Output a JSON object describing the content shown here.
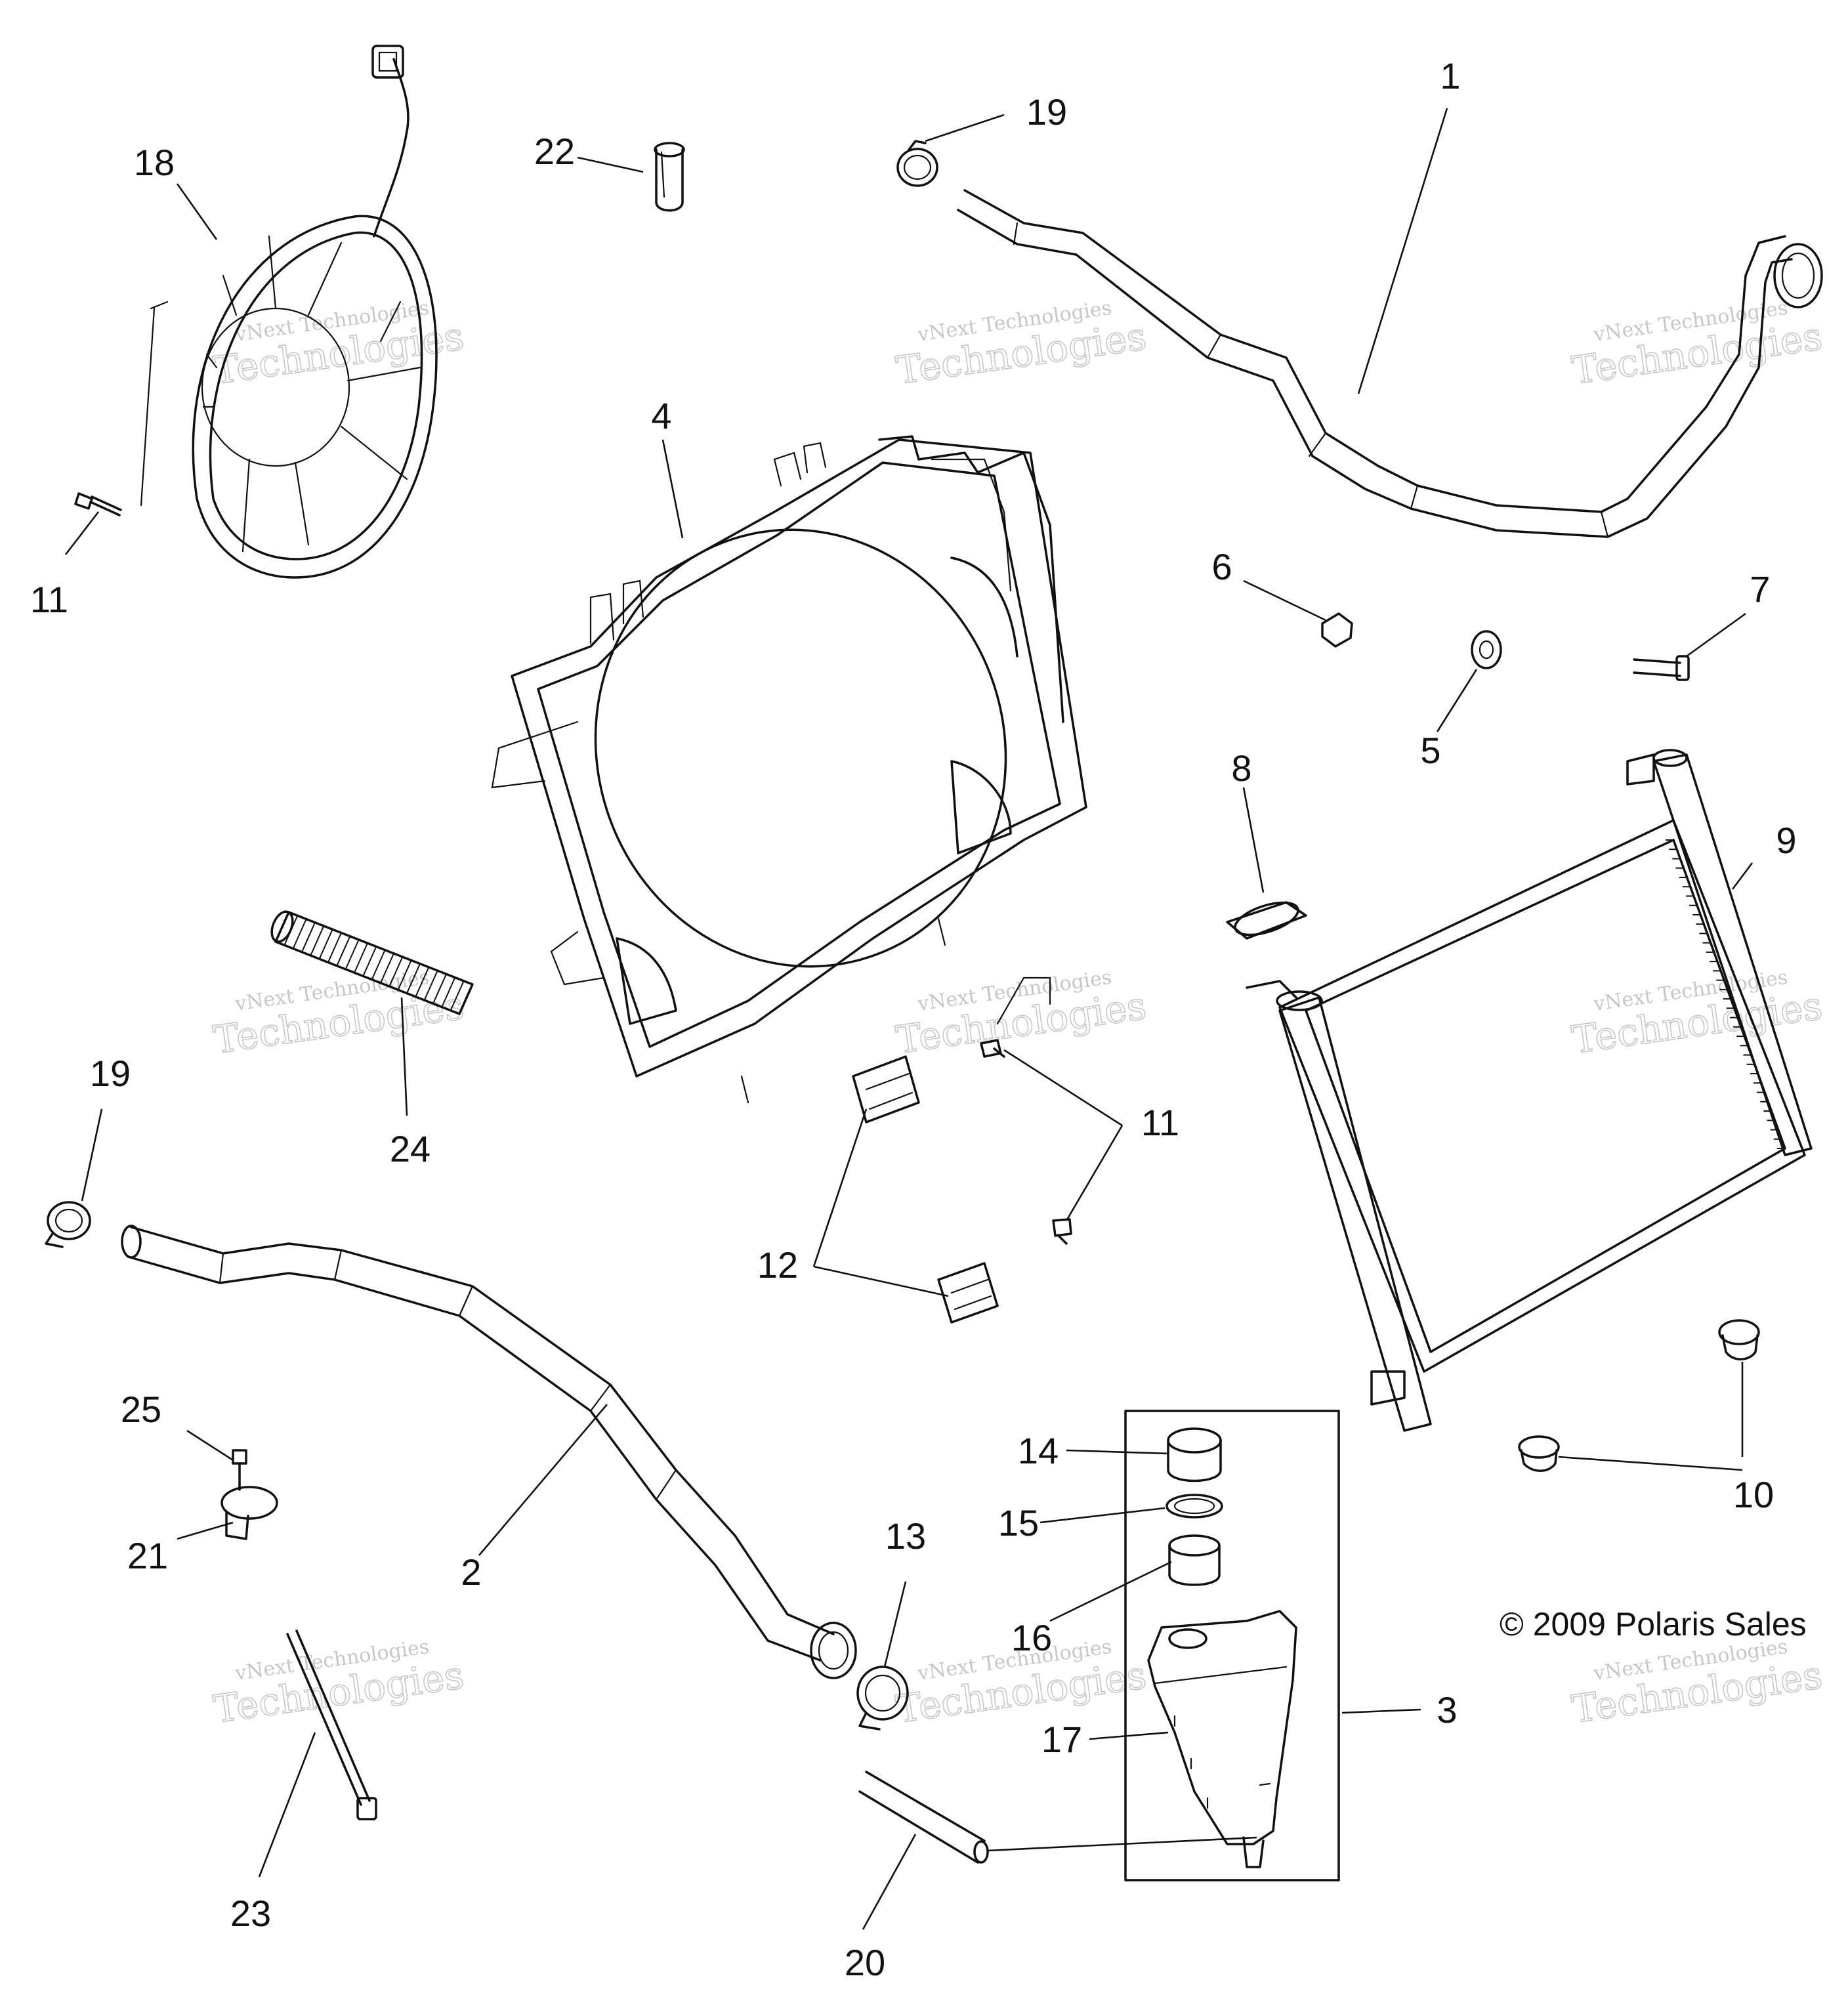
{
  "copyright": "© 2009 Polaris Sales",
  "watermark": {
    "line1": "vNext Technologies",
    "line2": "Technologies"
  },
  "callouts": [
    {
      "id": "c1",
      "text": "1"
    },
    {
      "id": "c2",
      "text": "2"
    },
    {
      "id": "c3",
      "text": "3"
    },
    {
      "id": "c4",
      "text": "4"
    },
    {
      "id": "c5",
      "text": "5"
    },
    {
      "id": "c6",
      "text": "6"
    },
    {
      "id": "c7",
      "text": "7"
    },
    {
      "id": "c8",
      "text": "8"
    },
    {
      "id": "c9",
      "text": "9"
    },
    {
      "id": "c10",
      "text": "10"
    },
    {
      "id": "c11a",
      "text": "11"
    },
    {
      "id": "c11b",
      "text": "11"
    },
    {
      "id": "c12",
      "text": "12"
    },
    {
      "id": "c13",
      "text": "13"
    },
    {
      "id": "c14",
      "text": "14"
    },
    {
      "id": "c15",
      "text": "15"
    },
    {
      "id": "c16",
      "text": "16"
    },
    {
      "id": "c17",
      "text": "17"
    },
    {
      "id": "c18",
      "text": "18"
    },
    {
      "id": "c19a",
      "text": "19"
    },
    {
      "id": "c19b",
      "text": "19"
    },
    {
      "id": "c20",
      "text": "20"
    },
    {
      "id": "c21",
      "text": "21"
    },
    {
      "id": "c22",
      "text": "22"
    },
    {
      "id": "c23",
      "text": "23"
    },
    {
      "id": "c24",
      "text": "24"
    },
    {
      "id": "c25",
      "text": "25"
    }
  ]
}
